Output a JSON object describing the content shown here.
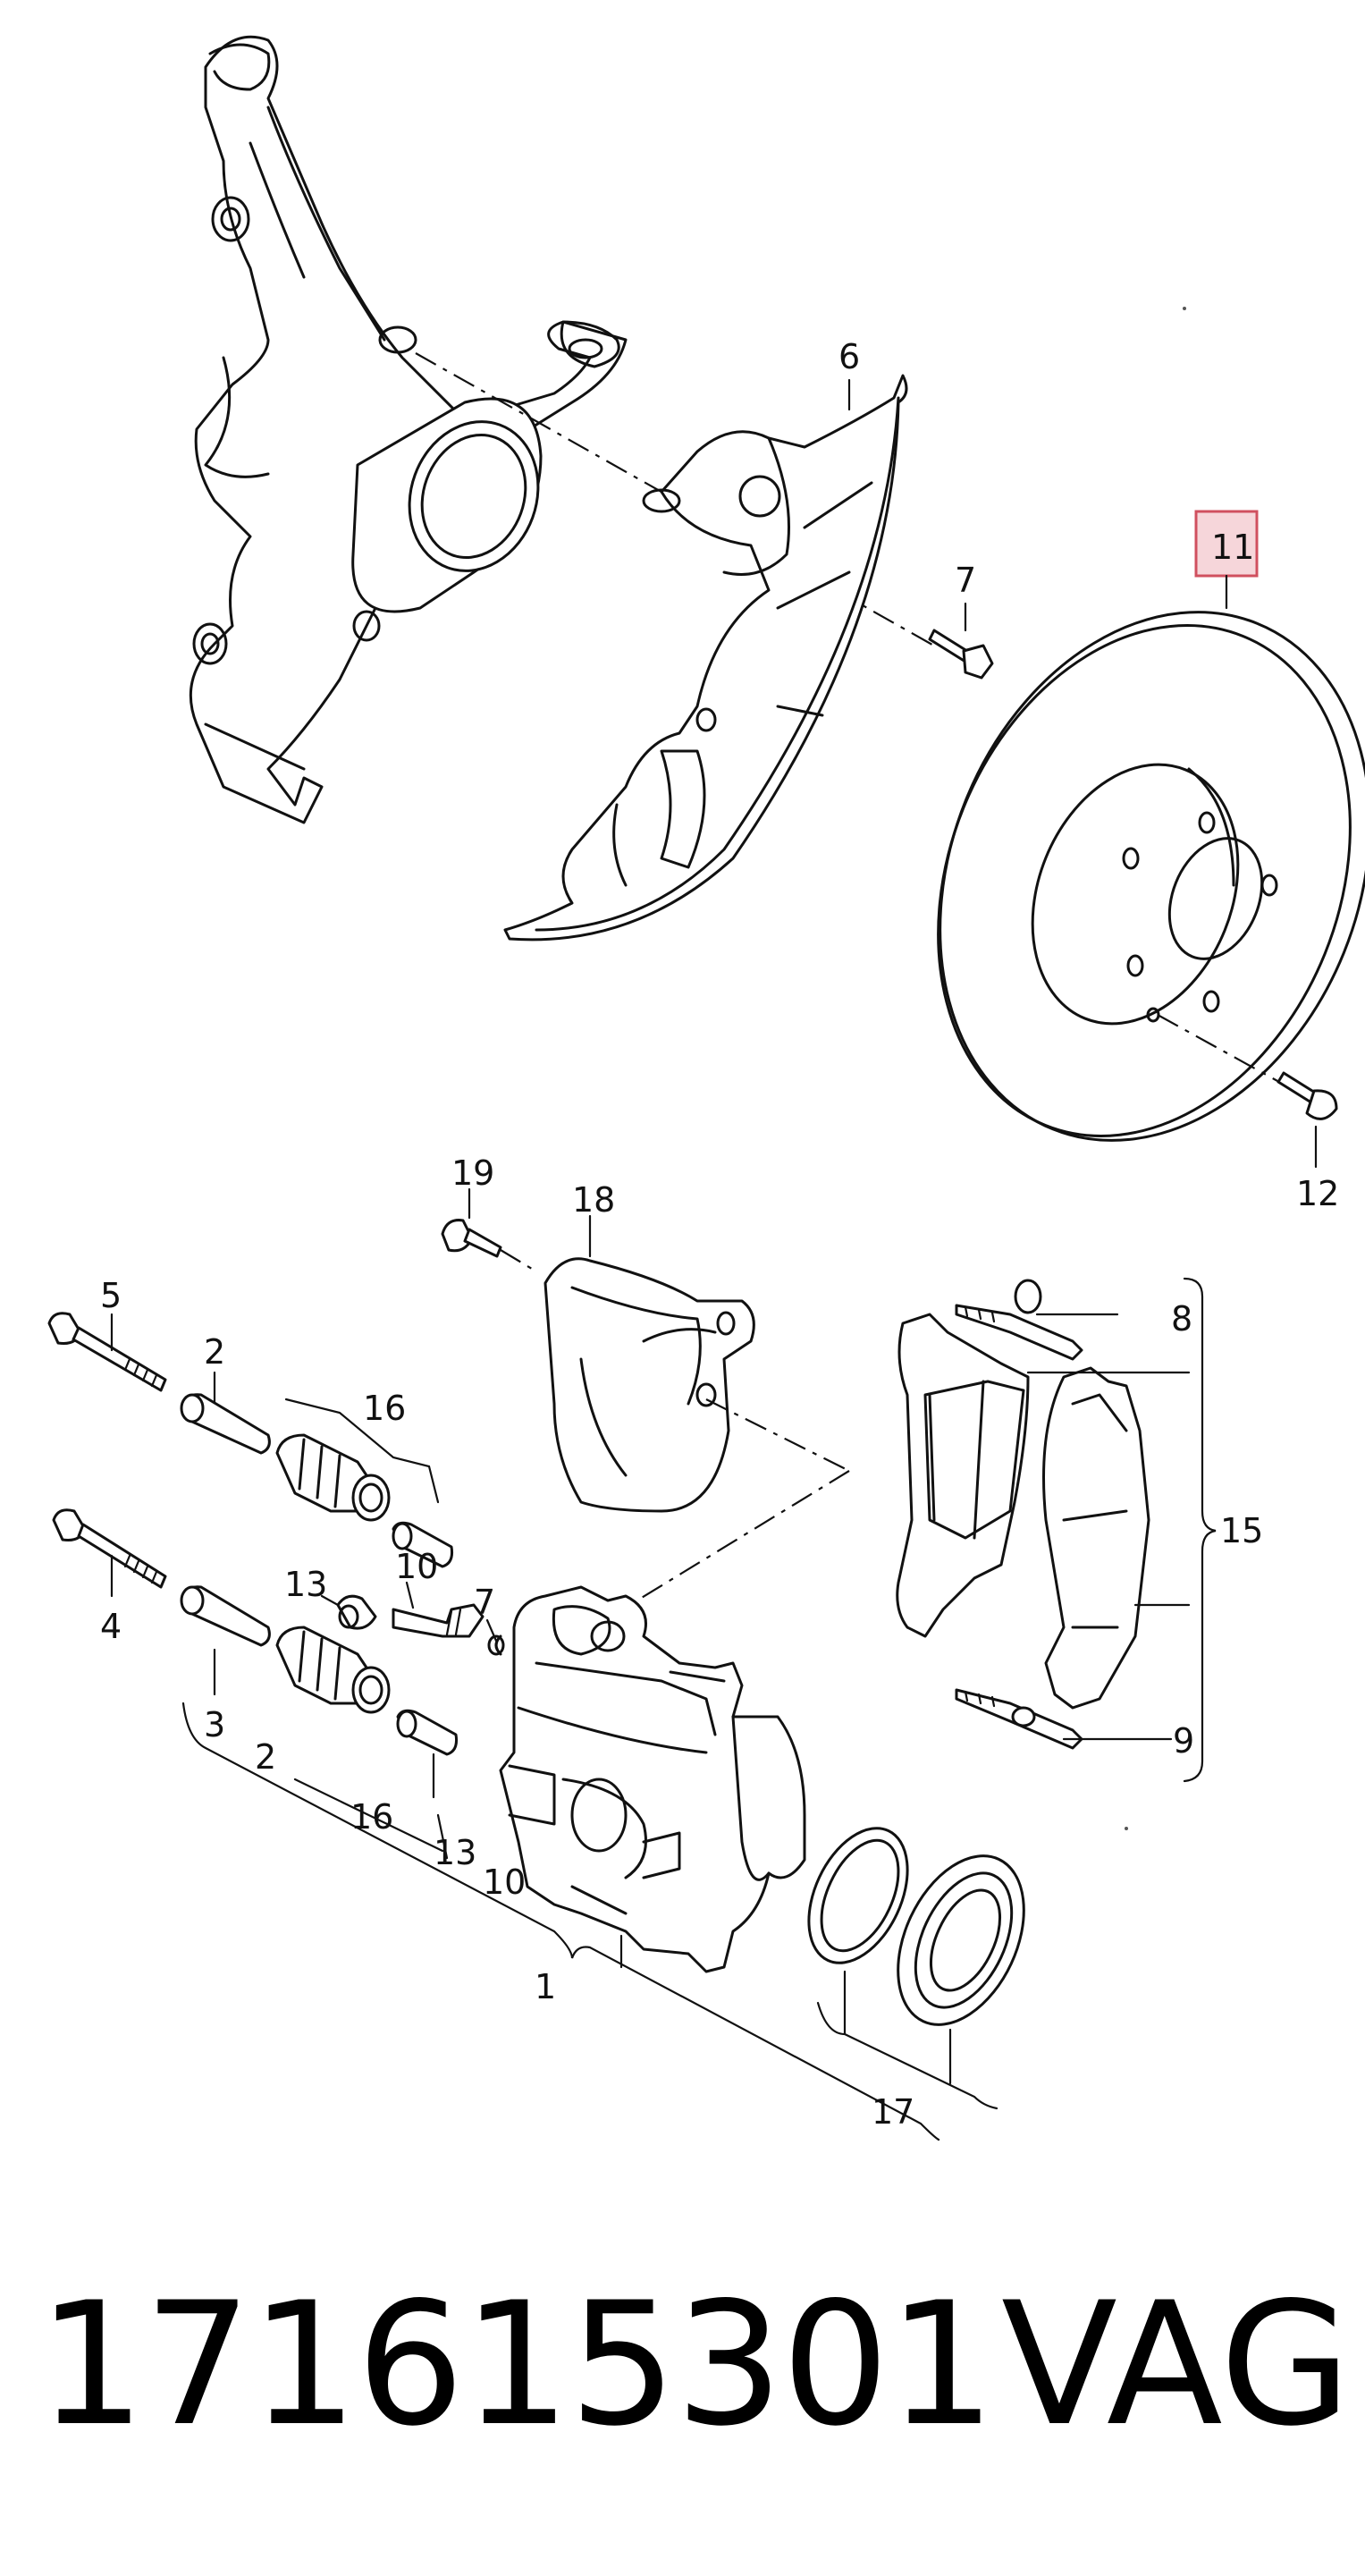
{
  "footer": {
    "part_number": "171615301",
    "brand": "VAG"
  },
  "highlight": {
    "label": "11",
    "color": "#d0505f",
    "fill": "#f6d6da"
  },
  "callouts": {
    "c1": "1",
    "c2a": "2",
    "c2b": "2",
    "c3": "3",
    "c4": "4",
    "c5": "5",
    "c6": "6",
    "c7a": "7",
    "c7b": "7",
    "c8": "8",
    "c9": "9",
    "c10a": "10",
    "c10b": "10",
    "c12": "12",
    "c13a": "13",
    "c13b": "13",
    "c15": "15",
    "c16a": "16",
    "c16b": "16",
    "c17": "17",
    "c18": "18",
    "c19": "19"
  }
}
